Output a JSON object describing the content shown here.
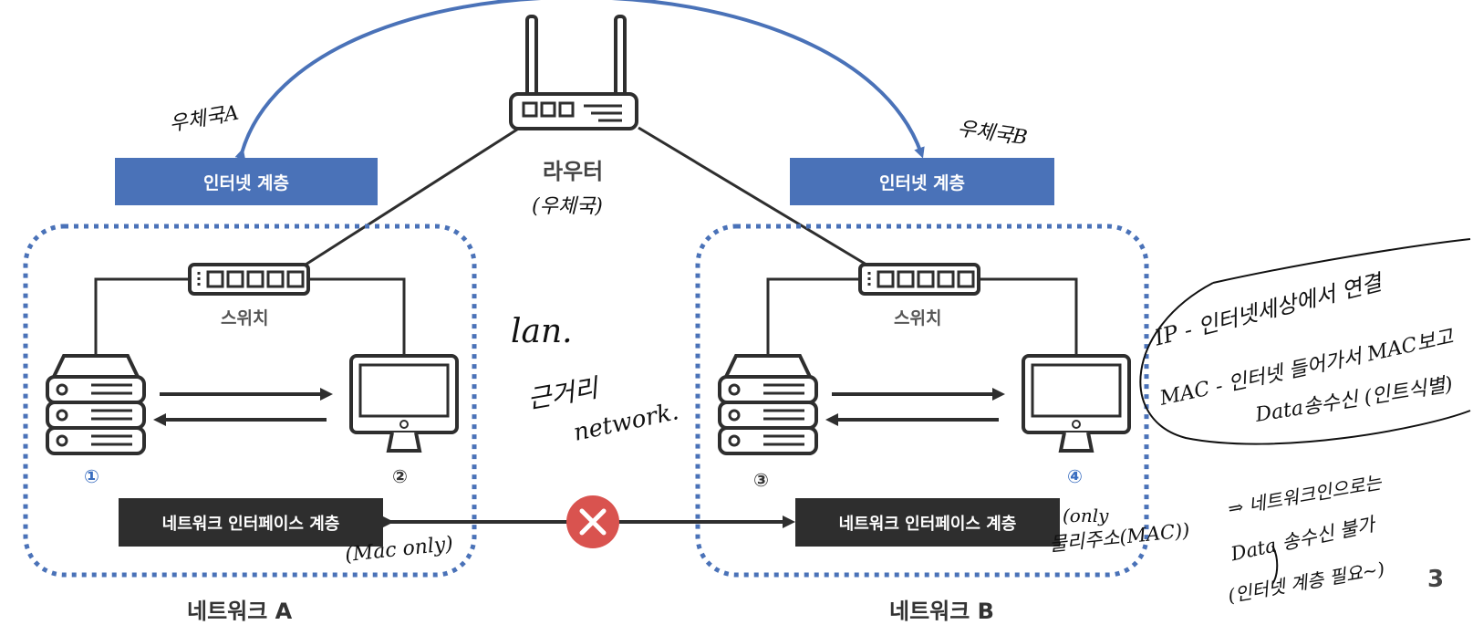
{
  "router": {
    "label": "라우터",
    "note": "(우체국)"
  },
  "network_a": {
    "internet_layer": "인터넷 계층",
    "switch_label": "스위치",
    "node_1": "①",
    "node_2": "②",
    "nic_layer": "네트워크 인터페이스 계층",
    "name": "네트워크 A",
    "note_top": "우체국A",
    "note_mac": "(Mac only)"
  },
  "network_b": {
    "internet_layer": "인터넷 계층",
    "switch_label": "스위치",
    "node_3": "③",
    "node_4": "④",
    "nic_layer": "네트워크 인터페이스 계층",
    "name": "네트워크 B",
    "note_top": "우체국B",
    "note_mac_1": "(only",
    "note_mac_2": "물리주소(MAC))"
  },
  "handwritten": {
    "lan": "lan.",
    "local": "근거리",
    "network": "network.",
    "ip_line": "IP - 인터넷세상에서 연결",
    "mac_line": "MAC - 인터넷 들어가서 MAC보고",
    "data_line": "Data송수신 (인트식별)",
    "conclusion_1": "⇒ 네트워크인으로는",
    "conclusion_2": "Data 송수신 불가",
    "conclusion_3": "(인터넷 계층 필요~)"
  },
  "page_number": "3",
  "colors": {
    "accent_blue": "#4a72b8",
    "dark_box": "#2e2e2e",
    "error_red": "#d9534f",
    "dotted_border": "#4a72b8",
    "node_blue": "#3a6ec0"
  },
  "icons": [
    "router-icon",
    "switch-icon",
    "server-icon",
    "monitor-icon",
    "blocked-icon"
  ]
}
